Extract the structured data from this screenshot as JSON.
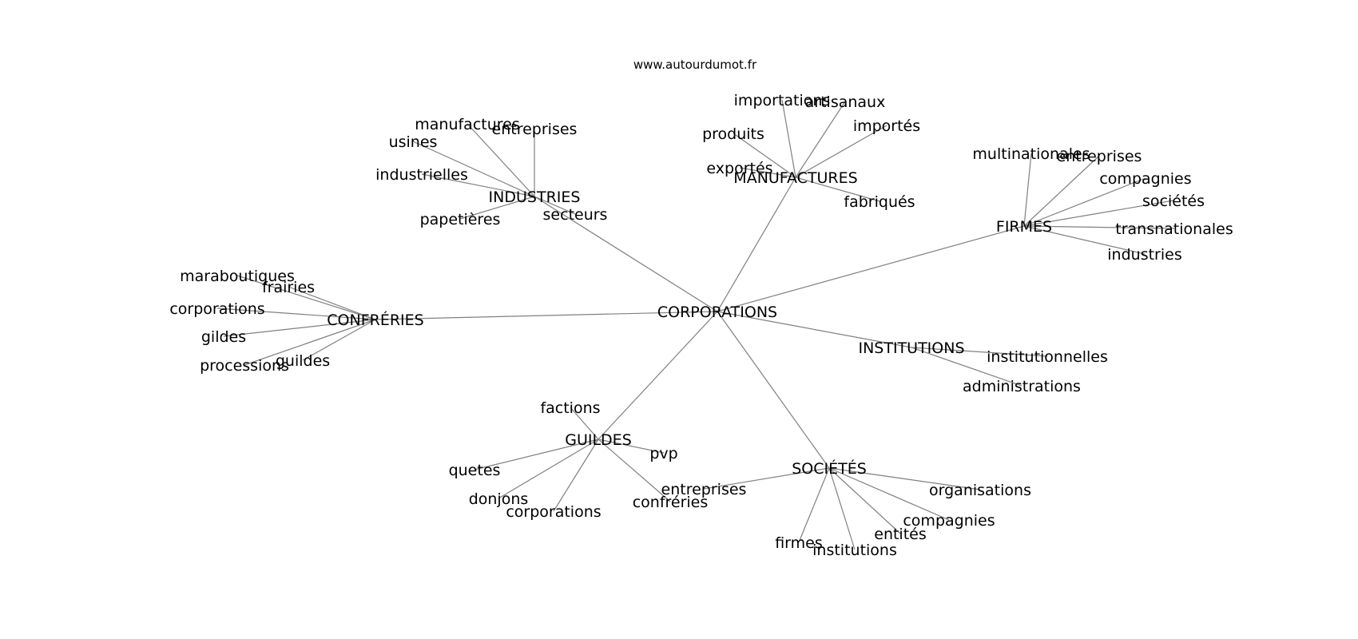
{
  "source": "www.autourdumot.fr",
  "graph": {
    "root": "CORPORATIONS",
    "hubs": [
      {
        "id": "industries",
        "label": "INDUSTRIES",
        "children": [
          "manufactures",
          "entreprises",
          "usines",
          "industrielles",
          "papetières",
          "secteurs"
        ]
      },
      {
        "id": "manufactures",
        "label": "MANUFACTURES",
        "children": [
          "importations",
          "artisanaux",
          "produits",
          "importés",
          "exportés",
          "fabriqués"
        ]
      },
      {
        "id": "firmes",
        "label": "FIRMES",
        "children": [
          "multinationales",
          "entreprises",
          "compagnies",
          "sociétés",
          "transnationales",
          "industries"
        ]
      },
      {
        "id": "confreries",
        "label": "CONFRÉRIES",
        "children": [
          "maraboutiques",
          "frairies",
          "corporations",
          "gildes",
          "processions",
          "guildes"
        ]
      },
      {
        "id": "institutions",
        "label": "INSTITUTIONS",
        "children": [
          "institutionnelles",
          "administrations"
        ]
      },
      {
        "id": "guildes",
        "label": "GUILDES",
        "children": [
          "factions",
          "pvp",
          "quetes",
          "donjons",
          "corporations",
          "confréries"
        ]
      },
      {
        "id": "societes",
        "label": "SOCIÉTÉS",
        "children": [
          "entreprises",
          "organisations",
          "compagnies",
          "entités",
          "firmes",
          "institutions"
        ]
      }
    ]
  }
}
